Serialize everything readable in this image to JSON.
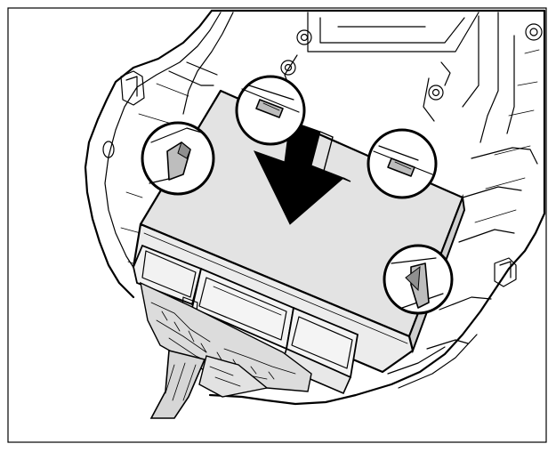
{
  "colors": {
    "background": "#ffffff",
    "line": "#000000",
    "module": "#e3e3e3",
    "arrow": "#000000",
    "clip": "#bdbdbd"
  },
  "icons": {
    "arrow": "install-direction-arrow-icon",
    "callout": "magnifier-callout-circle",
    "clip": "retaining-clip-icon"
  },
  "callouts": [
    {
      "name": "callout-upper-left-clip"
    },
    {
      "name": "callout-top-center-pin"
    },
    {
      "name": "callout-right-pin"
    },
    {
      "name": "callout-lower-right-clip"
    }
  ]
}
